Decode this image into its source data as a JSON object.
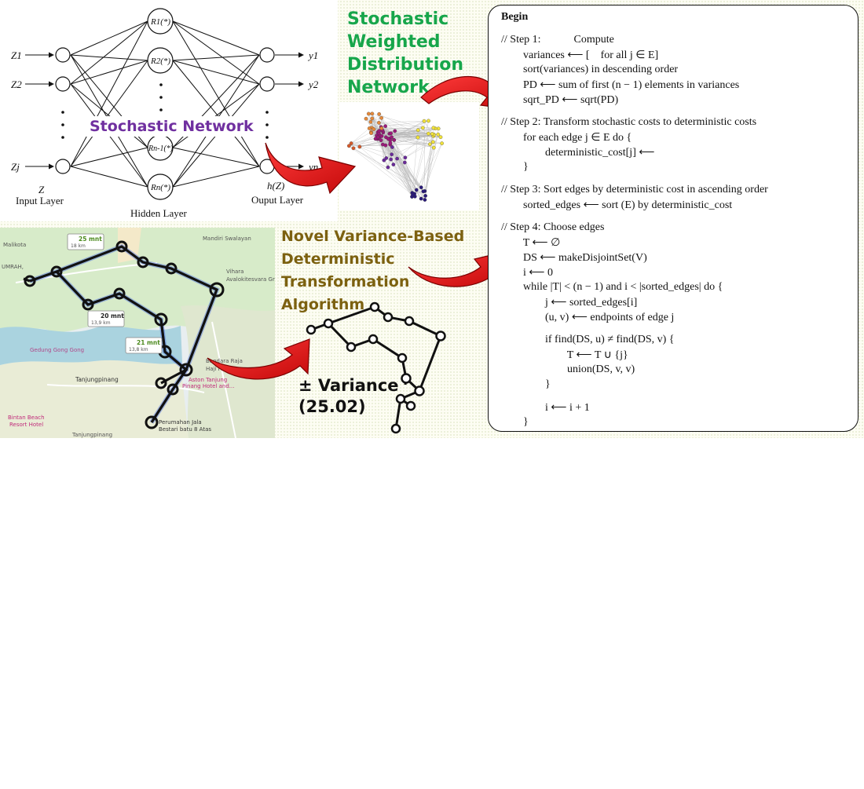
{
  "titles": {
    "stochastic_weighted": [
      "Stochastic",
      "Weighted",
      "Distribution",
      "Network"
    ],
    "novel_algorithm": [
      "Novel Variance-Based",
      "Deterministic",
      "Transformation",
      "Algorithm"
    ],
    "stochastic_network": "Stochastic Network",
    "variance_lines": [
      "± Variance",
      "(25.02)"
    ]
  },
  "neural_net": {
    "inputs": [
      "Z1",
      "Z2",
      "Zj"
    ],
    "hidden": [
      "R1(*)",
      "R2(*)",
      "Rn-1(*)",
      "Rn(*)"
    ],
    "outputs": [
      "y1",
      "y2",
      "yn"
    ],
    "input_caption": "Z",
    "input_layer": "Input Layer",
    "hidden_layer": "Hidden Layer",
    "output_caption": "h(Z)",
    "output_layer": "Ouput Layer"
  },
  "map": {
    "labels": [
      "Malikota",
      "UMRAH,",
      "Mandiri Swalayan",
      "Vihara",
      "Avalokitesvara Gr",
      "Gedung Gong Gong",
      "Bandara Raja",
      "Haji Fisab",
      "Tanjungpinang",
      "Aston Tanjung",
      "Pinang Hotel and...",
      "Bintan Beach",
      "Resort Hotel",
      "Perumahan Jala",
      "Bestari batu 8 Atas",
      "Tanjungpinang"
    ],
    "routes": [
      {
        "time": "25 mnt",
        "dist": "18 km"
      },
      {
        "time": "20 mnt",
        "dist": "13,9 km"
      },
      {
        "time": "21 mnt",
        "dist": "13,8 km"
      }
    ]
  },
  "algorithm": {
    "begin": "Begin",
    "lines": [
      "// Step 1:            Compute",
      "        variances ⟵ [    for all j ∈ E]",
      "        sort(variances) in descending order",
      "        PD ⟵ sum of first (n − 1) elements in variances",
      "        sqrt_PD ⟵ sqrt(PD)",
      "// Step 2: Transform stochastic costs to deterministic costs",
      "        for each edge j ∈ E do {",
      "                deterministic_cost[j] ⟵",
      "        }",
      "// Step 3: Sort edges by deterministic cost in ascending order",
      "        sorted_edges ⟵ sort (E) by deterministic_cost",
      "// Step 4: Choose edges",
      "        T ⟵ ∅",
      "        DS ⟵ makeDisjointSet(V)",
      "        i ⟵ 0",
      "        while |T| < (n − 1) and i < |sorted_edges| do {",
      "                j ⟵ sorted_edges[i]",
      "                (u, v) ⟵ endpoints of edge j",
      "                if find(DS, u) ≠ find(DS, v) {",
      "                        T ⟵ T ∪ {j}",
      "                        union(DS, v, v)",
      "                }",
      "                i ⟵ i + 1",
      "        }"
    ]
  },
  "colors": {
    "green_title": "#17a64b",
    "olive_title": "#7c6110",
    "purple_label": "#7030a0",
    "arrow_red": "#e8141a",
    "route_blue": "#2a4fd6"
  }
}
